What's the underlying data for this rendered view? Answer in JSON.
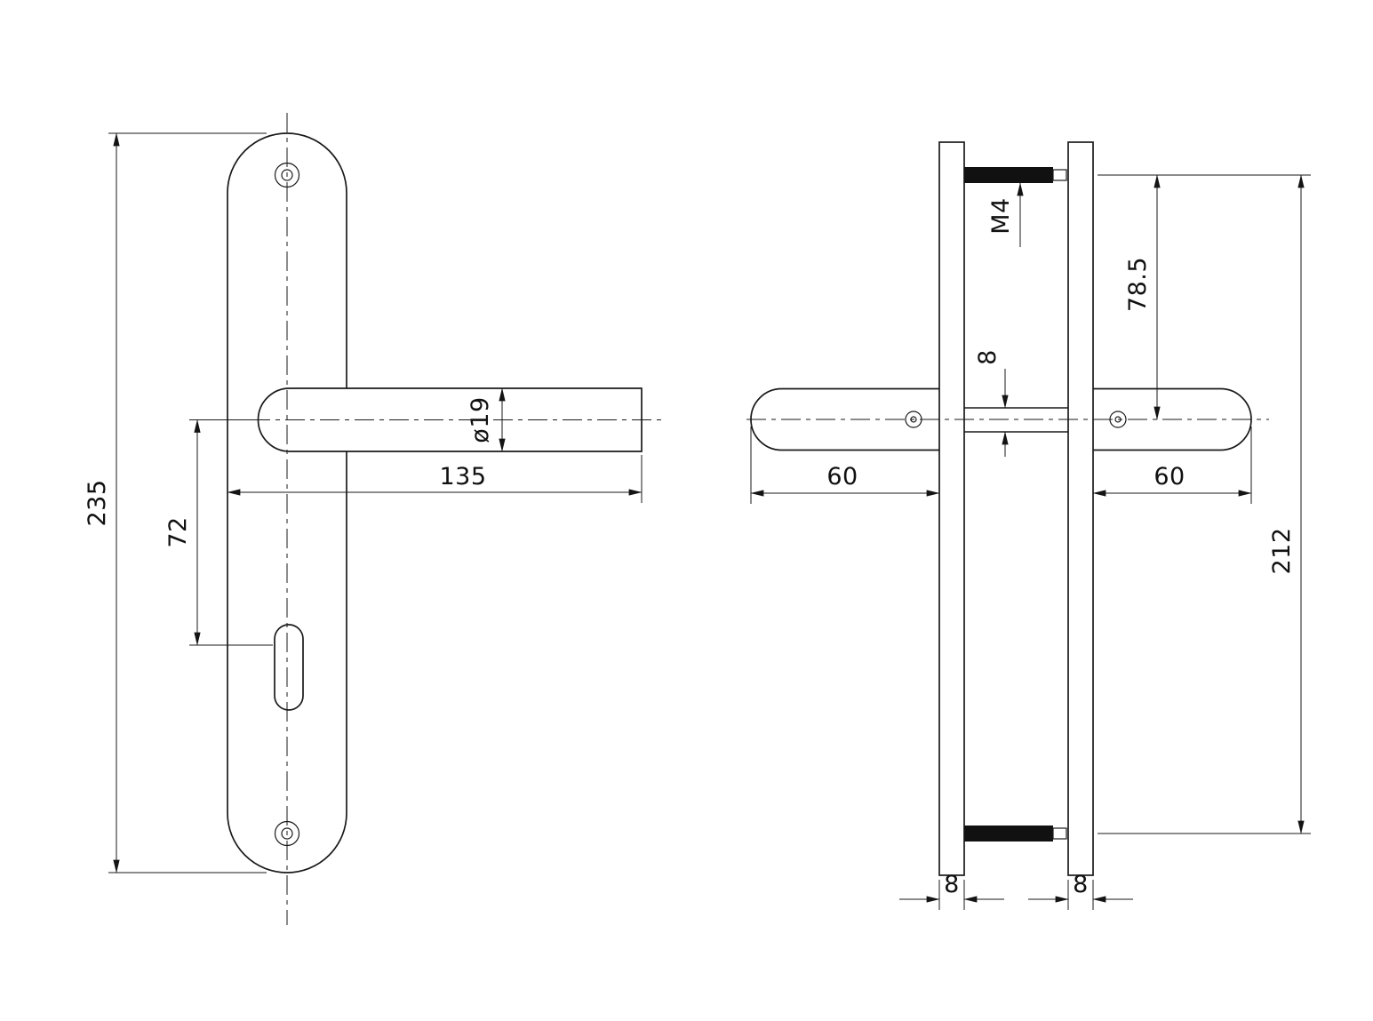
{
  "drawing": {
    "kind": "technical-drawing",
    "subject": "lever door handle on backplate, front and side views"
  },
  "front_view": {
    "plate_height": "235",
    "axis_to_keyhole": "72",
    "lever_length": "135",
    "lever_diameter": "ø19"
  },
  "side_view": {
    "screw_thread": "M4",
    "spindle_width": "8",
    "top_screw_to_axis": "78.5",
    "grip_left_length": "60",
    "grip_right_length": "60",
    "screw_spacing": "212",
    "plate_thickness_left": "8",
    "plate_thickness_right": "8"
  }
}
